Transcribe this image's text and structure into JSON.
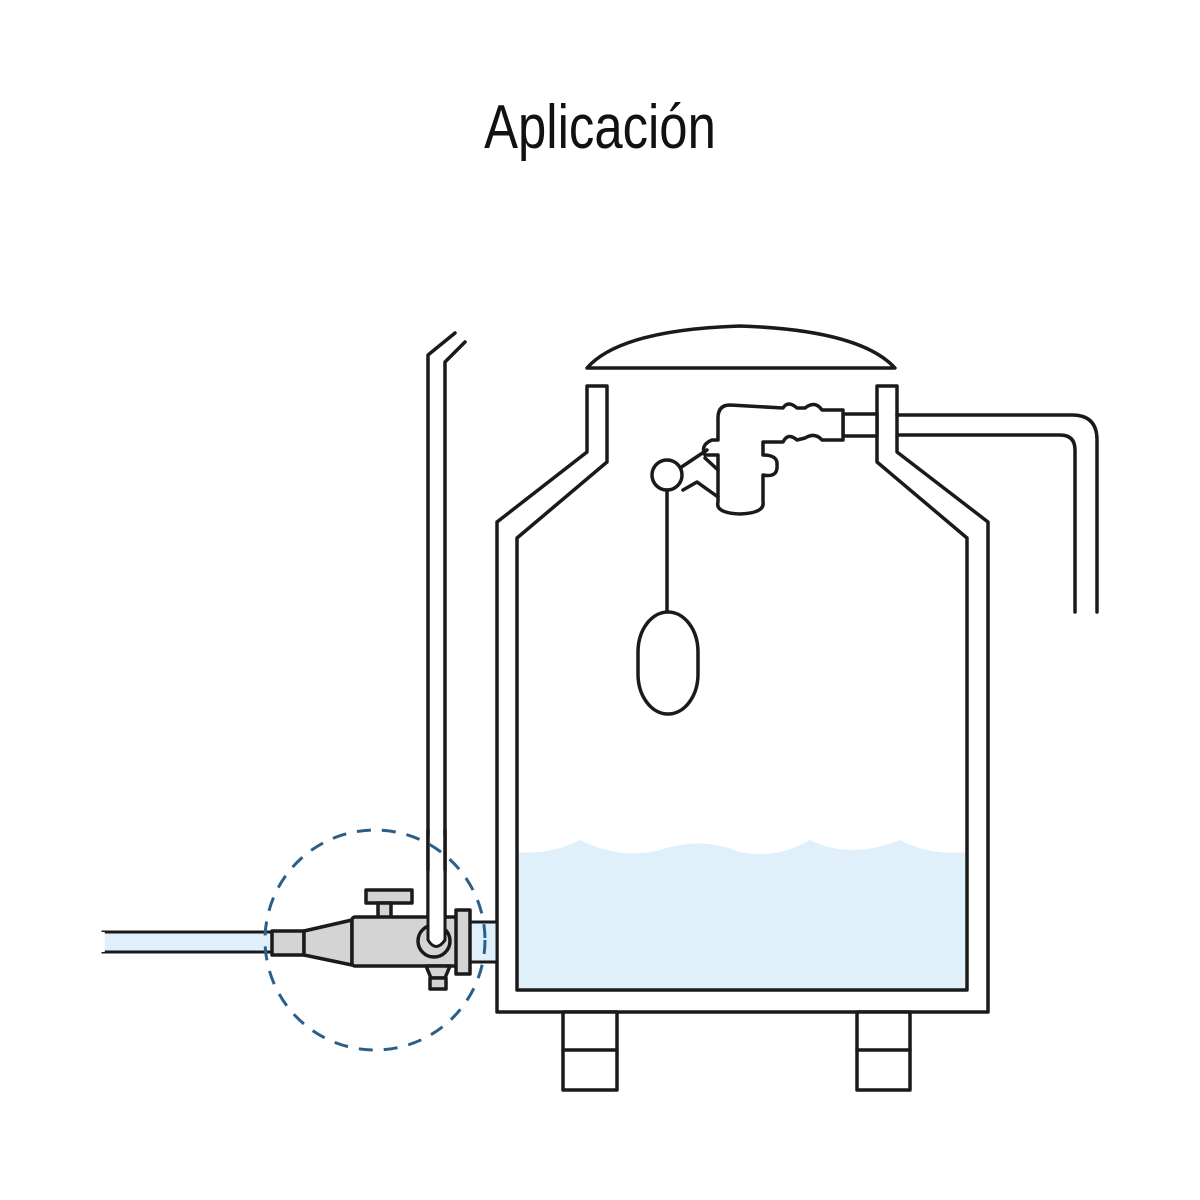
{
  "title": "Aplicación",
  "colors": {
    "water": "#dff0fb",
    "valve_fill": "#d4d4d4",
    "highlight_circle": "#2a5f8a",
    "line": "#1a1a1a"
  },
  "icons": [
    "water-tank",
    "float-valve",
    "outlet-valve",
    "highlight-circle"
  ]
}
